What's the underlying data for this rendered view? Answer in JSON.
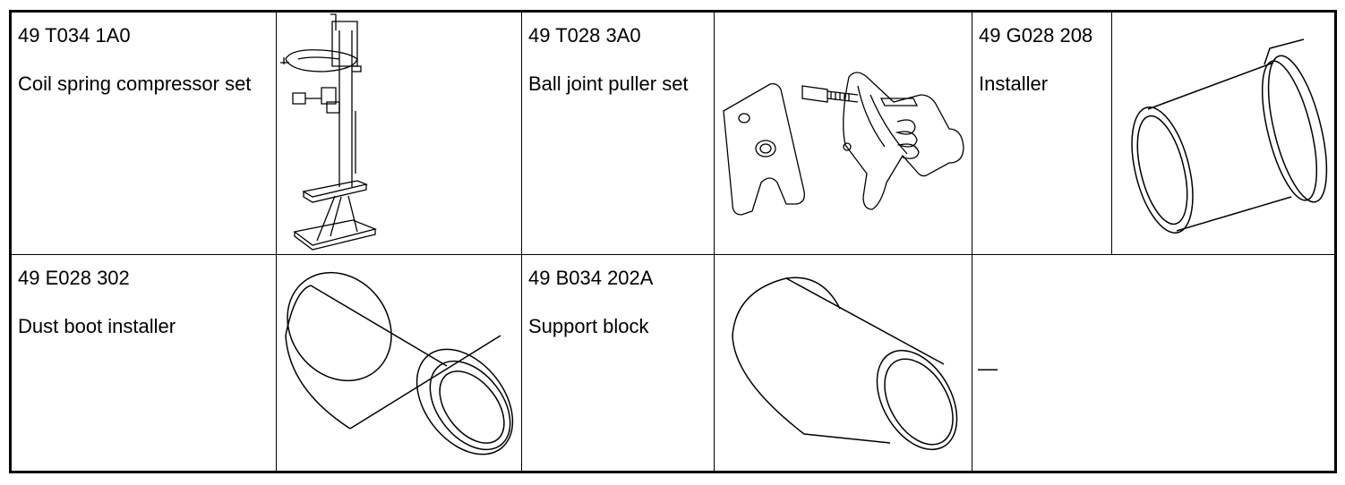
{
  "table": {
    "rows": [
      {
        "cells": [
          {
            "code": "49 T034 1A0",
            "description": "Coil spring compressor set",
            "illustration": "coil-spring-compressor-drawing"
          },
          {
            "code": "49 T028 3A0",
            "description": "Ball joint puller set",
            "illustration": "ball-joint-puller-drawing"
          },
          {
            "code": "49 G028 208",
            "description": "Installer",
            "illustration": "installer-drawing"
          }
        ]
      },
      {
        "cells": [
          {
            "code": "49 E028 302",
            "description": "Dust boot installer",
            "illustration": "dust-boot-installer-drawing"
          },
          {
            "code": "49 B034 202A",
            "description": "Support block",
            "illustration": "support-block-drawing"
          },
          {
            "empty_mark": "—"
          }
        ]
      }
    ]
  }
}
